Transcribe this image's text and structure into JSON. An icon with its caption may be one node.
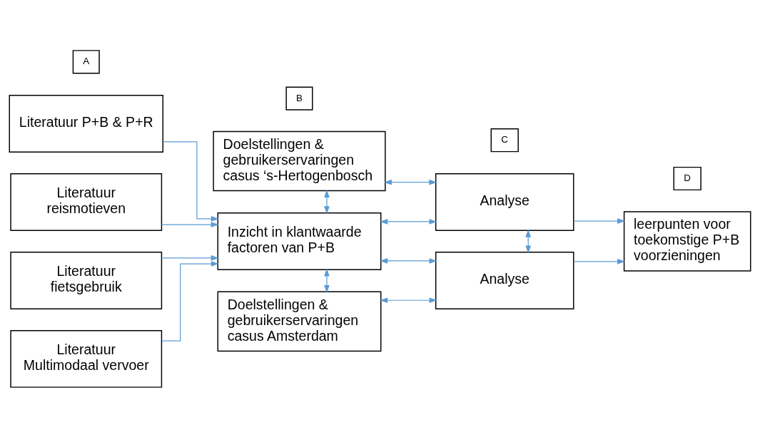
{
  "diagram": {
    "nodes": [
      {
        "text": [
          "A"
        ]
      },
      {
        "text": [
          "B"
        ]
      },
      {
        "text": [
          "C"
        ]
      },
      {
        "text": [
          "D"
        ]
      },
      {
        "text": [
          "Literatuur P+B & P+R"
        ]
      },
      {
        "text": [
          "Literatuur reismotieven"
        ]
      },
      {
        "text": [
          "Literatuur fietsgebruik"
        ]
      },
      {
        "text": [
          "Literatuur Multimodaal vervoer"
        ]
      },
      {
        "text": [
          "Doelstellingen & gebruikerservaringen casus ‘s-Hertogenbosch"
        ]
      },
      {
        "text": [
          "Inzicht in klantwaarde factoren van P+B"
        ]
      },
      {
        "text": [
          "Doelstellingen & gebruikerservaringen casus Amsterdam"
        ]
      },
      {
        "text": [
          "Analyse"
        ]
      },
      {
        "text": [
          "Analyse"
        ]
      },
      {
        "text": [
          "leerpunten voor toekomstige P+B voorzieningen"
        ]
      }
    ],
    "edges": [
      {
        "from": 4,
        "to": 9,
        "arrow": "to"
      },
      {
        "from": 5,
        "to": 9,
        "arrow": "to"
      },
      {
        "from": 6,
        "to": 9,
        "arrow": "to"
      },
      {
        "from": 7,
        "to": 9,
        "arrow": "to"
      },
      {
        "from": 8,
        "to": 9,
        "arrow": "both"
      },
      {
        "from": 9,
        "to": 10,
        "arrow": "both"
      },
      {
        "from": 8,
        "to": 11,
        "arrow": "both"
      },
      {
        "from": 9,
        "to": 11,
        "arrow": "both"
      },
      {
        "from": 9,
        "to": 12,
        "arrow": "both"
      },
      {
        "from": 10,
        "to": 12,
        "arrow": "both"
      },
      {
        "from": 11,
        "to": 12,
        "arrow": "both"
      },
      {
        "from": 11,
        "to": 13,
        "arrow": "to"
      },
      {
        "from": 12,
        "to": 13,
        "arrow": "to"
      }
    ]
  }
}
